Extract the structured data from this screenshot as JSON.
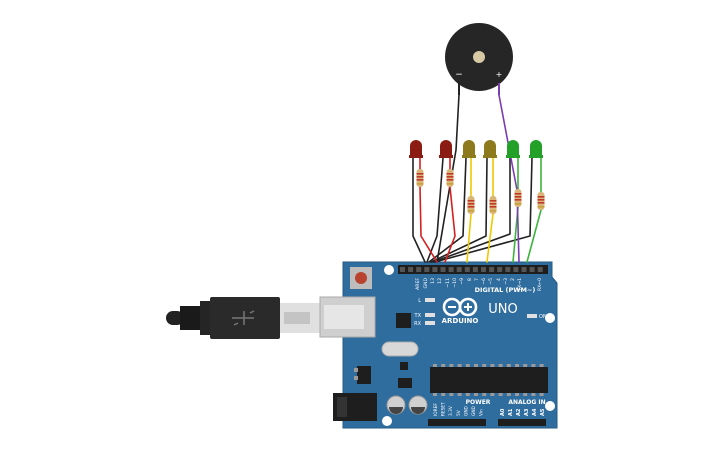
{
  "board": {
    "brand_text": "ARDUINO",
    "model_text": "UNO",
    "digital_header_label": "DIGITAL (PWM~)",
    "power_label": "POWER",
    "analog_label": "ANALOG IN",
    "on_label": "ON",
    "l_label": "L",
    "tx_label": "TX",
    "rx_label": "RX",
    "top_pin_labels": [
      "AREF",
      "GND",
      "13",
      "12",
      "~11",
      "~10",
      "~9",
      "8",
      "7",
      "~6",
      "~5",
      "4",
      "~3",
      "2",
      "TX→1",
      "RX←0"
    ],
    "power_pin_labels": [
      "IOREF",
      "RESET",
      "3.3V",
      "5V",
      "GND",
      "GND",
      "Vin"
    ],
    "analog_pin_labels": [
      "A0",
      "A1",
      "A2",
      "A3",
      "A4",
      "A5"
    ]
  },
  "buzzer": {
    "minus_label": "−",
    "plus_label": "+"
  },
  "colors": {
    "board_blue": "#2f6d9f",
    "led_red": "#8b1c14",
    "led_yellow": "#8c7a1c",
    "led_green": "#23a027",
    "wire_black": "#222222",
    "wire_red": "#d42020",
    "wire_yellow": "#f0c800",
    "wire_green": "#3cb43c",
    "wire_purple": "#7a3db0"
  },
  "components": {
    "leds": [
      "red",
      "red",
      "yellow",
      "yellow",
      "green",
      "green"
    ],
    "resistor_count": 6,
    "usb_cable": "usb-b-cable"
  }
}
